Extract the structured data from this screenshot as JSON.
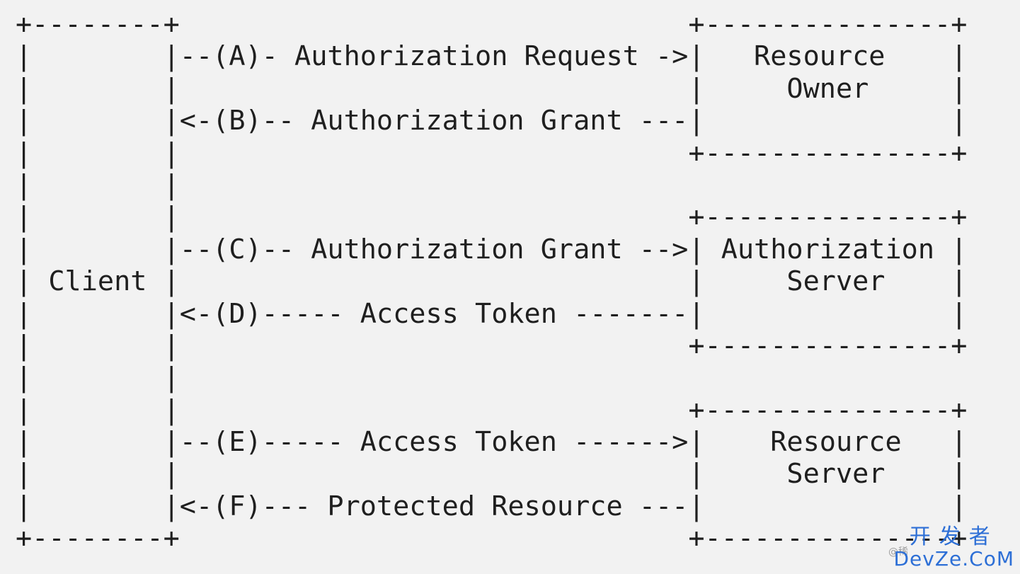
{
  "diagram": {
    "lines": [
      "+--------+                               +---------------+",
      "|        |--(A)- Authorization Request ->|   Resource    |",
      "|        |                               |     Owner     |",
      "|        |<-(B)-- Authorization Grant ---|               |",
      "|        |                               +---------------+",
      "|        |",
      "|        |                               +---------------+",
      "|        |--(C)-- Authorization Grant -->| Authorization |",
      "| Client |                               |     Server    |",
      "|        |<-(D)----- Access Token -------|               |",
      "|        |                               +---------------+",
      "|        |",
      "|        |                               +---------------+",
      "|        |--(E)----- Access Token ------>|    Resource   |",
      "|        |                               |     Server    |",
      "|        |<-(F)--- Protected Resource ---|               |",
      "+--------+                               +---------------+"
    ]
  },
  "watermark": {
    "handle": "@稀",
    "cn": "开发者",
    "en": "DevZe.CoM"
  }
}
